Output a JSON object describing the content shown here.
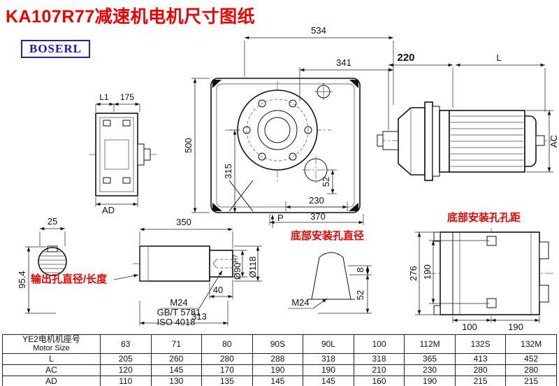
{
  "page": {
    "title": "KA107R77减速机电机尺寸图纸",
    "brand": "BOSERL"
  },
  "front_view": {
    "dim_top_width": "534",
    "dim_flange_width": "341",
    "dim_height": "500",
    "dim_center_height": "315",
    "dim_hole_offset": "52",
    "dim_foot_width": "230",
    "dim_base_width": "370",
    "label_p": "P"
  },
  "side_view": {
    "dim_adapter": "220",
    "dim_motor_length": "L",
    "dim_motor_dia": "AC"
  },
  "input_view": {
    "dim_l1": "L1",
    "dim_175": "175",
    "dim_ad": "AD"
  },
  "shaft_section": {
    "dim_key_width": "25",
    "dim_height": "95.4"
  },
  "output_shaft": {
    "label": "输出孔直径/长度",
    "dim_length": "350",
    "dim_step": "40",
    "dim_313": "313",
    "thread": "M24",
    "std_gb": "GB/T 5781",
    "std_iso": "ISO 4018",
    "dia_bore": "Ø90",
    "dia_bore_tol": "H7",
    "dia_flange": "Ø118"
  },
  "bottom_hole": {
    "label": "底部安装孔直径",
    "thread": "M24",
    "dim_depth": "8",
    "dim_52": "52"
  },
  "bottom_view": {
    "label": "底部安装孔孔距",
    "dim_length": "276",
    "dim_width": "190",
    "dim_100": "100",
    "dim_190": "190"
  },
  "table": {
    "header_cn": "YE2电机机座号",
    "header_en": "Motor Size",
    "columns": [
      "63",
      "71",
      "80",
      "90S",
      "90L",
      "100",
      "112M",
      "132S",
      "132M"
    ],
    "rows": [
      {
        "label": "L",
        "values": [
          "205",
          "260",
          "280",
          "288",
          "318",
          "318",
          "365",
          "413",
          "452"
        ]
      },
      {
        "label": "AC",
        "values": [
          "120",
          "145",
          "170",
          "190",
          "190",
          "210",
          "230",
          "280",
          "280"
        ]
      },
      {
        "label": "AD",
        "values": [
          "110",
          "130",
          "135",
          "145",
          "145",
          "160",
          "190",
          "215",
          "215"
        ]
      }
    ]
  }
}
